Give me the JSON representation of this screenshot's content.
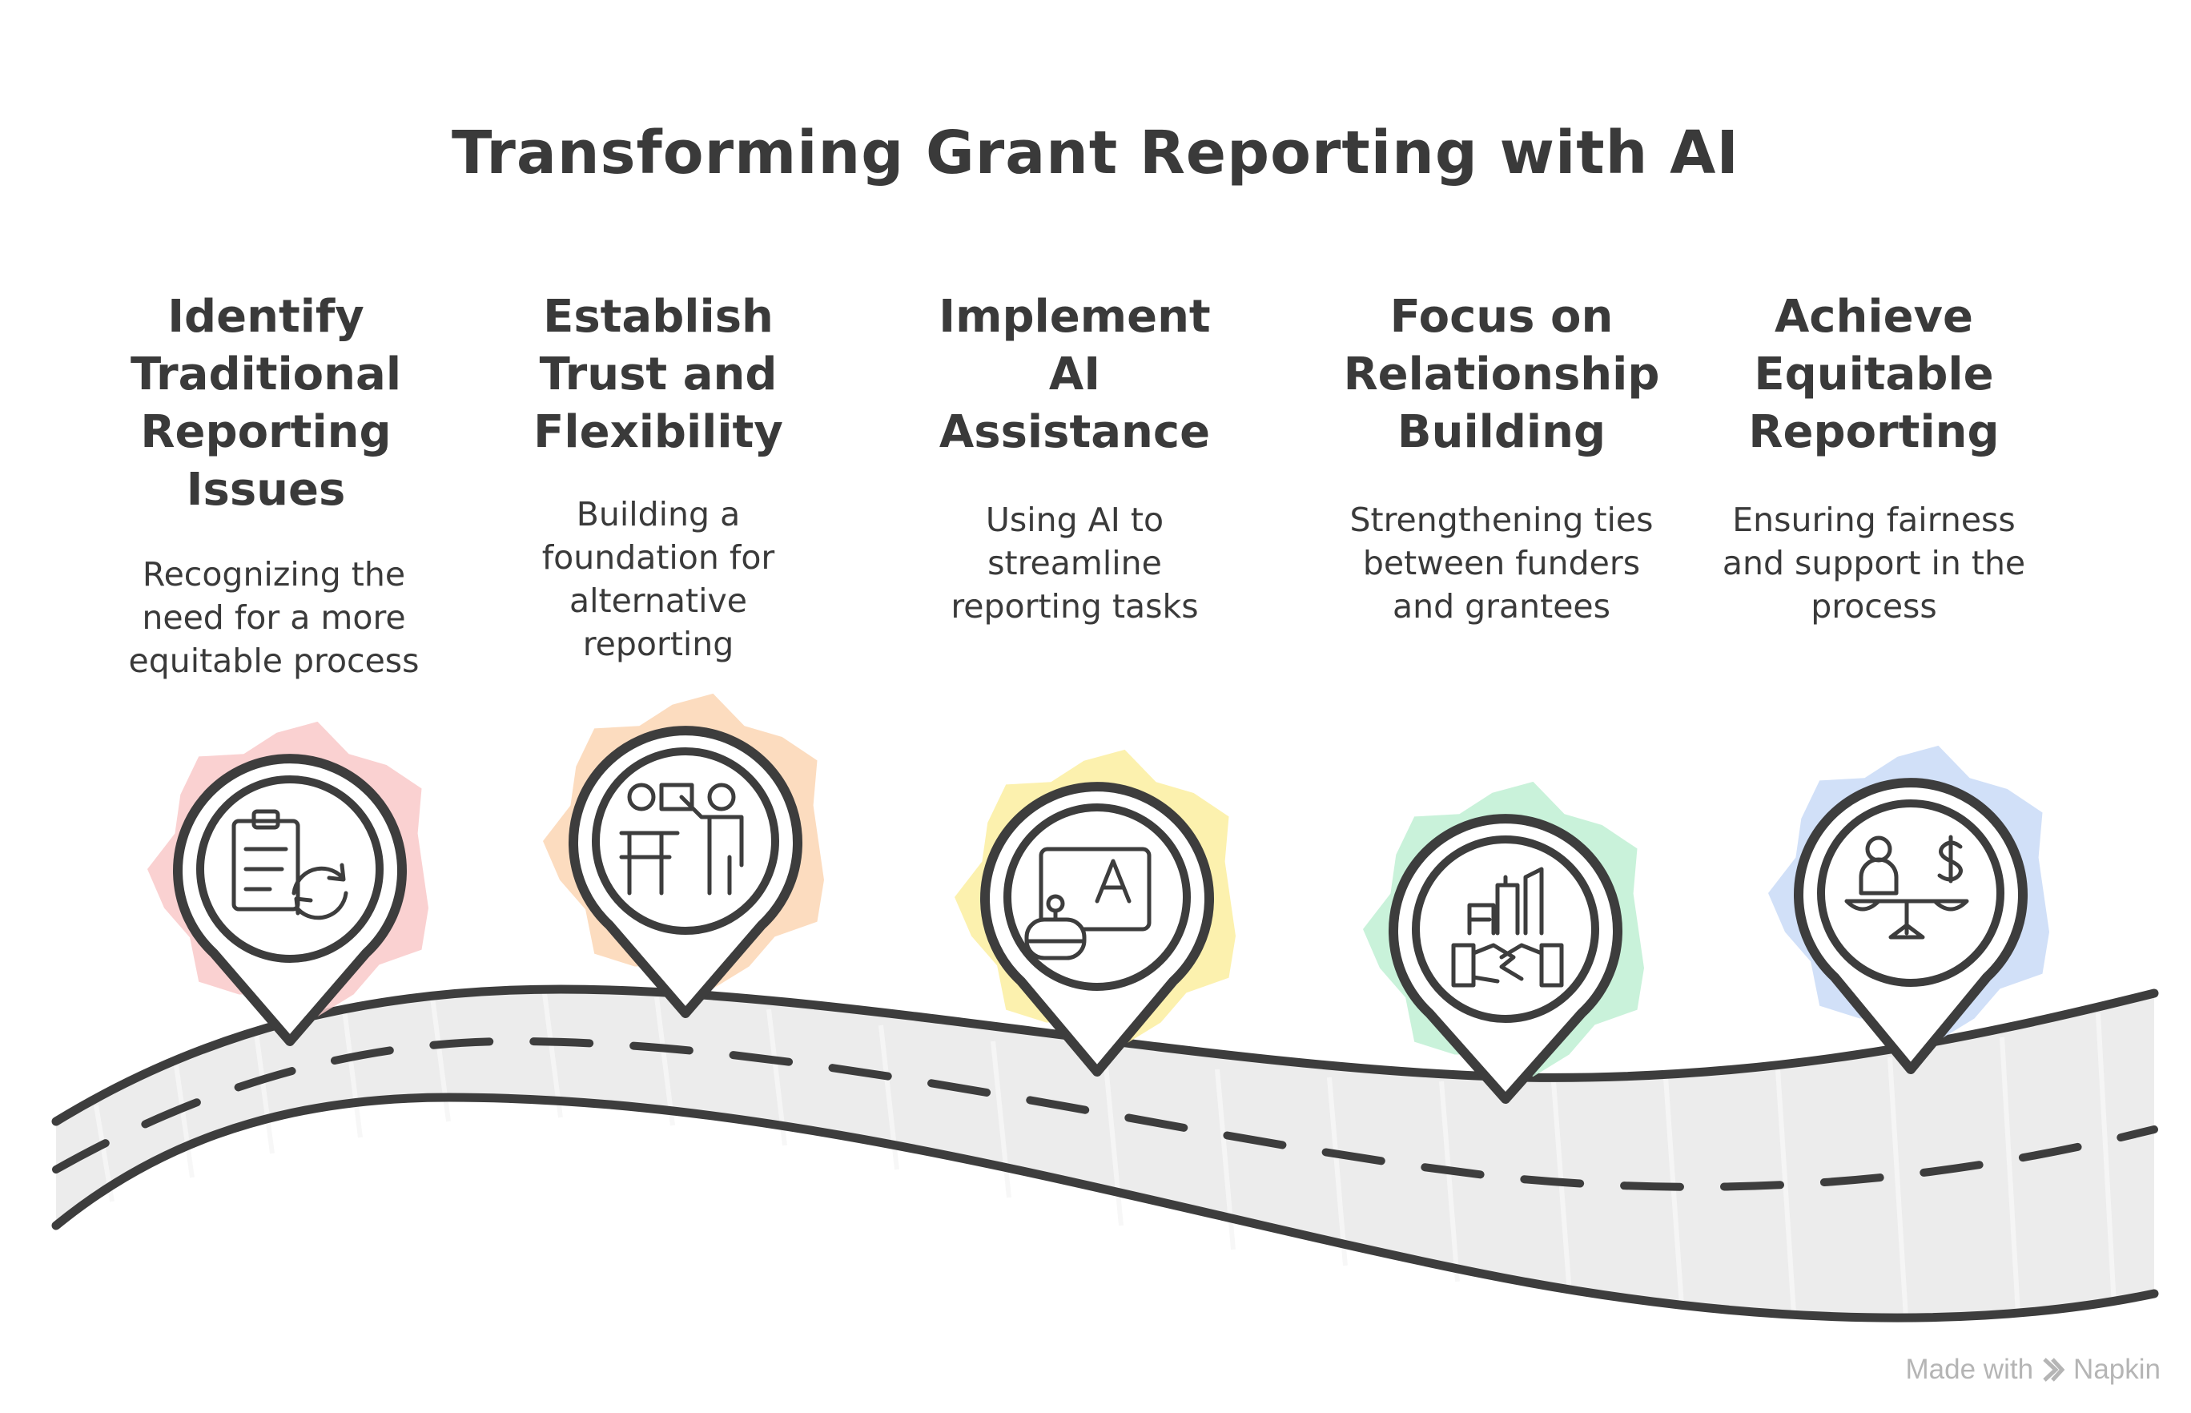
{
  "title": "Transforming Grant Reporting with AI",
  "steps": [
    {
      "title_lines": [
        "Identify",
        "Traditional",
        "Reporting",
        "Issues"
      ],
      "desc_lines": [
        "Recognizing the",
        "need for a more",
        "equitable process"
      ],
      "icon": "clipboard-refresh-icon",
      "color": "#f9c9c9"
    },
    {
      "title_lines": [
        "Establish",
        "Trust and",
        "Flexibility"
      ],
      "desc_lines": [
        "Building a",
        "foundation for",
        "alternative",
        "reporting"
      ],
      "icon": "presentation-people-icon",
      "color": "#fbd6b4"
    },
    {
      "title_lines": [
        "Implement",
        "AI",
        "Assistance"
      ],
      "desc_lines": [
        "Using AI to",
        "streamline",
        "reporting tasks"
      ],
      "icon": "robot-screen-icon",
      "color": "#fbeea0"
    },
    {
      "title_lines": [
        "Focus on",
        "Relationship",
        "Building"
      ],
      "desc_lines": [
        "Strengthening ties",
        "between funders",
        "and grantees"
      ],
      "icon": "handshake-buildings-icon",
      "color": "#bff0d3"
    },
    {
      "title_lines": [
        "Achieve",
        "Equitable",
        "Reporting"
      ],
      "desc_lines": [
        "Ensuring fairness",
        "and support in the",
        "process"
      ],
      "icon": "balance-scale-icon",
      "color": "#c9daf7"
    }
  ],
  "credit": {
    "prefix": "Made with",
    "brand": "Napkin"
  }
}
